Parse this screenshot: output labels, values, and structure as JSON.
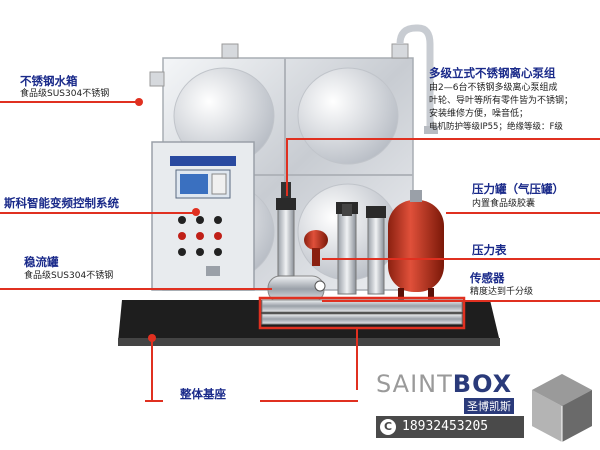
{
  "labels": {
    "tank": {
      "title": "不锈钢水箱",
      "sub": "食品级SUS304不锈钢"
    },
    "pump": {
      "title": "多级立式不锈钢离心泵组",
      "lines": [
        "由2—6台不锈钢多级离心泵组成",
        "叶轮、导叶等所有零件皆为不锈钢；",
        "安装维修方便，噪音低；",
        "电机防护等级IP55；绝缘等级：F级"
      ]
    },
    "control": {
      "title": "斯科智能变频控制系统"
    },
    "tank_pressure": {
      "title": "压力罐（气压罐）",
      "sub": "内置食品级胶囊"
    },
    "gauge": {
      "title": "压力表"
    },
    "buffer": {
      "title": "稳流罐",
      "sub": "食品级SUS304不锈钢"
    },
    "sensor": {
      "title": "传感器",
      "sub": "精度达到千分级"
    },
    "base": {
      "title": "整体基座"
    }
  },
  "brand": {
    "name_a": "SAINT",
    "name_b": "BOX",
    "name_cn": "圣博凯斯",
    "phone": "18932453205"
  },
  "colors": {
    "accent": "#e03020",
    "title": "#1a2a8a",
    "brand": "#2a3a7a"
  }
}
